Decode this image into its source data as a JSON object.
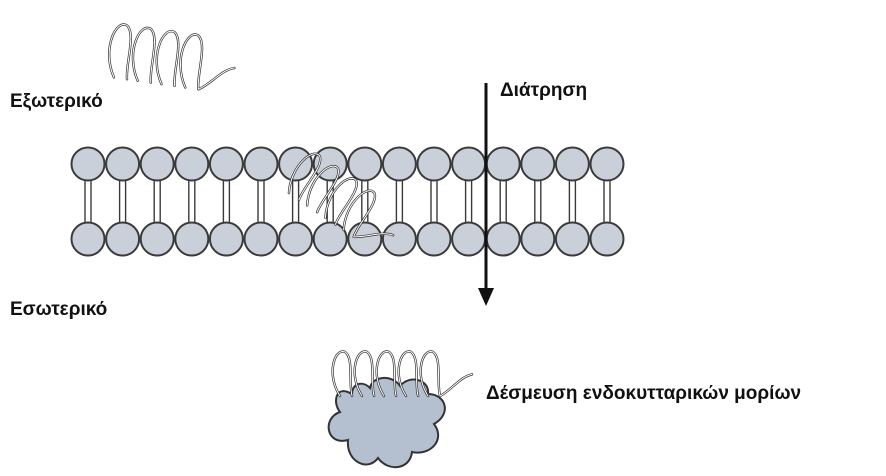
{
  "labels": {
    "outside": "Εξωτερικό",
    "inside": "Εσωτερικό",
    "pore": "Διάτρηση",
    "binding": "Δέσμευση ενδοκυτταρικών μορίων"
  },
  "colors": {
    "lipid_head": "#c9d0d9",
    "outline": "#333333",
    "protein_blob": "#b4c0cf",
    "arrow": "#111111"
  },
  "icons": {
    "peptide": "alpha-helix-coil",
    "membrane": "phospholipid-bilayer",
    "target": "intracellular-molecule-blob"
  },
  "membrane": {
    "lipids_per_leaflet": 16
  }
}
